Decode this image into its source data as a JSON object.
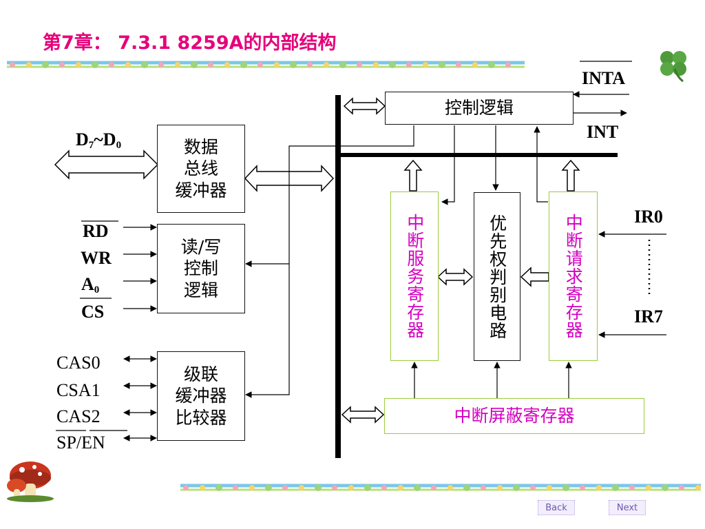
{
  "title": "第7章： 7.3.1 8259A的内部结构",
  "blocks": {
    "control_logic": "控制逻辑",
    "data_bus_buffer": "数据\n总线\n缓冲器",
    "rw_control": "读/写\n控制\n逻辑",
    "cascade_buffer": "级联\n缓冲器\n比较器",
    "isr": "中断服务寄存器",
    "priority_resolver": "优先权判别电路",
    "irr": "中断请求寄存器",
    "imr": "中断屏蔽寄存器"
  },
  "signals": {
    "inta": "INTA",
    "int": "INT",
    "d_main": "D",
    "d_sub1": "7",
    "d_mid": "~D",
    "d_sub2": "0",
    "rd": "RD",
    "wr": "WR",
    "a_main": "A",
    "a_sub": "0",
    "cs": "CS",
    "cas0": "CAS0",
    "csa1": "CSA1",
    "cas2": "CAS2",
    "sp": "SP",
    "en": "/EN",
    "ir0": "IR0",
    "ir7": "IR7"
  },
  "nav": {
    "back": "Back",
    "next": "Next"
  },
  "colors": {
    "title": "#e6007a",
    "register_text": "#d400c0",
    "register_border": "#9ccc3c"
  },
  "decorations": [
    "clover-icon",
    "mushroom-icon",
    "flower-garland"
  ]
}
